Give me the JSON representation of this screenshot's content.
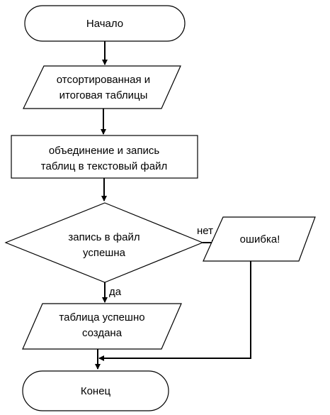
{
  "flowchart": {
    "start": "Начало",
    "input": [
      "отсортированная и",
      "итоговая  таблицы"
    ],
    "process": [
      "объединение и запись",
      "таблиц в текстовый файл"
    ],
    "decision": [
      "запись в файл",
      "успешна"
    ],
    "label_no": "нет",
    "label_yes": "да",
    "error": "ошибка!",
    "success": [
      "таблица успешно",
      "создана"
    ],
    "end": "Конец"
  }
}
